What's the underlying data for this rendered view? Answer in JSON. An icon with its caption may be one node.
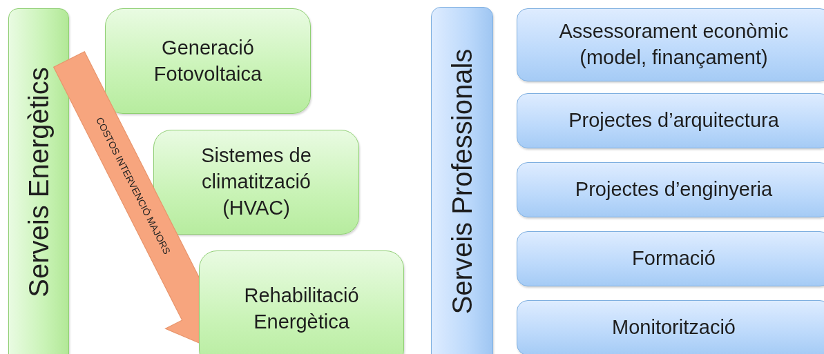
{
  "diagram": {
    "nodes": [
      {
        "text": [
          "Serveis Energètics"
        ]
      },
      {
        "text": [
          "Generació Fotovoltaica"
        ]
      },
      {
        "text": [
          "Sistemes de climatització (HVAC)"
        ]
      },
      {
        "text": [
          "Rehabilitació Energètica"
        ]
      },
      {
        "text": [
          "Serveis Professionals"
        ]
      },
      {
        "text": [
          "Assessorament econòmic (model, finançament)"
        ]
      },
      {
        "text": [
          "Projectes d’arquitectura"
        ]
      },
      {
        "text": [
          "Projectes d’enginyeria"
        ]
      },
      {
        "text": [
          "Formació"
        ]
      },
      {
        "text": [
          "Monitorització"
        ]
      }
    ],
    "edges": [
      {
        "from": 0,
        "to": 3,
        "arrow": "to",
        "label": "COSTOS INTERVENCIÓ MAJORS",
        "style": "thick",
        "color": "#f7a57e"
      }
    ]
  }
}
